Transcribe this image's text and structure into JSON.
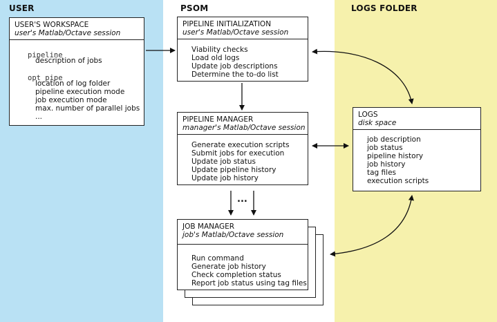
{
  "lanes": {
    "user": "USER",
    "psom": "PSOM",
    "logs": "LOGS FOLDER"
  },
  "workspace": {
    "title": "USER'S WORKSPACE",
    "subtitle": "user's Matlab/Octave session",
    "pipeline_var": "pipeline",
    "pipeline_desc": "description of jobs",
    "opt_var": "opt_pipe",
    "opt_items": [
      "location of log folder",
      "pipeline execution mode",
      "job execution mode",
      "max. number of parallel jobs",
      "..."
    ]
  },
  "init": {
    "title": "PIPELINE INITIALIZATION",
    "subtitle": "user's Matlab/Octave session",
    "items": [
      "Viability checks",
      "Load old logs",
      "Update job descriptions",
      "Determine the to-do list"
    ]
  },
  "manager": {
    "title": "PIPELINE MANAGER",
    "subtitle": "manager's Matlab/Octave session",
    "items": [
      "Generate execution scripts",
      "Submit jobs for execution",
      "Update job status",
      "Update pipeline history",
      "Update job history"
    ]
  },
  "job": {
    "title": "JOB MANAGER",
    "subtitle": "job's Matlab/Octave session",
    "items": [
      "Run command",
      "Generate job history",
      "Check completion status",
      "Report job status using tag files"
    ]
  },
  "logs": {
    "title": "LOGS",
    "subtitle": "disk space",
    "items": [
      "job description",
      "job status",
      "pipeline history",
      "job history",
      "tag files",
      "execution scripts"
    ]
  },
  "ellipsis": "..."
}
